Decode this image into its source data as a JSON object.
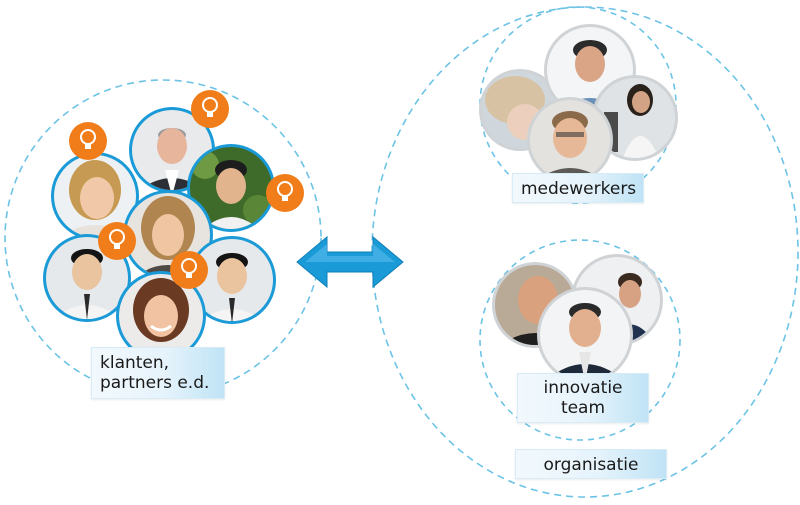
{
  "colors": {
    "dashed_circle": "#6cc3e6",
    "person_ring_blue": "#1a9ad7",
    "person_ring_gray": "#cfd3d6",
    "idea_badge": "#f07d1a",
    "arrow": "#1a9ad7"
  },
  "icons": {
    "idea": "lightbulb-icon",
    "person": "person-photo-icon",
    "exchange": "double-arrow-icon"
  },
  "labels": {
    "customers_line1": "klanten,",
    "customers_line2": "partners e.d.",
    "employees": "medewerkers",
    "innovation_line1": "innovatie",
    "innovation_line2": "team",
    "organisation": "organisatie"
  }
}
